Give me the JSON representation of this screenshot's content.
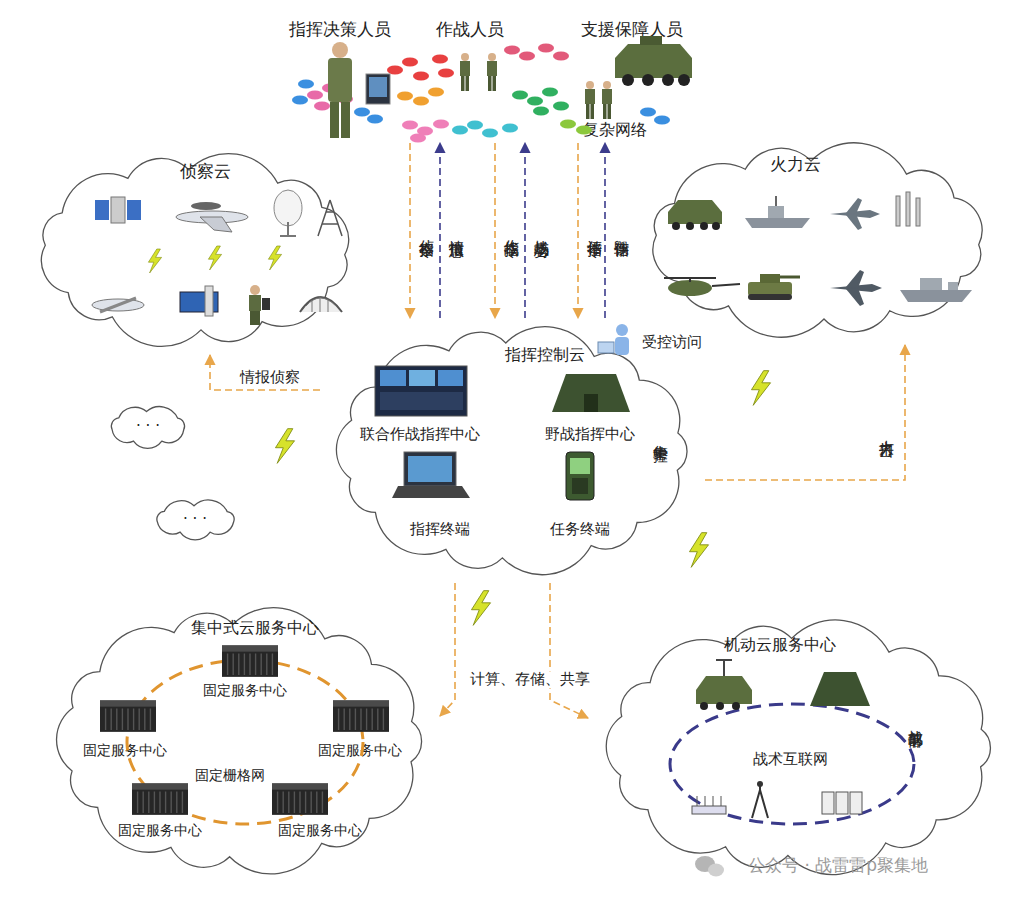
{
  "diagram": {
    "nodes": [
      {
        "text": [
          "指挥决策人员",
          "作战人员",
          "支援保障人员",
          "复杂网络"
        ]
      },
      {
        "text": [
          "侦察云"
        ]
      },
      {
        "text": [
          "火力云"
        ]
      },
      {
        "text": [
          "指挥控制云",
          "联合作战指挥中心",
          "野战指挥中心",
          "指挥终端",
          "任务终端",
          "集中管控"
        ]
      },
      {
        "text": [
          "· · ·"
        ]
      },
      {
        "text": [
          "· · ·"
        ]
      },
      {
        "text": [
          "集中式云服务中心",
          "固定服务中心",
          "固定服务中心",
          "固定服务中心",
          "固定栅格网",
          "固定服务中心",
          "固定服务中心"
        ]
      },
      {
        "text": [
          "机动云服务中心",
          "战术互联网",
          "战前部署"
        ]
      }
    ],
    "edges": [
      {
        "from": 0,
        "to": 3,
        "label": "侦察指令",
        "arrow": "to"
      },
      {
        "from": 3,
        "to": 0,
        "label": "情报信息",
        "arrow": "to"
      },
      {
        "from": 0,
        "to": 3,
        "label": "作战指令",
        "arrow": "to"
      },
      {
        "from": 3,
        "to": 0,
        "label": "战场态势",
        "arrow": "to"
      },
      {
        "from": 0,
        "to": 3,
        "label": "评估指令",
        "arrow": "to"
      },
      {
        "from": 3,
        "to": 0,
        "label": "毁伤评估",
        "arrow": "to"
      },
      {
        "from": 3,
        "to": 1,
        "label": "情报侦察",
        "arrow": "to"
      },
      {
        "from": 3,
        "to": 2,
        "label": "火力打击",
        "arrow": "to"
      },
      {
        "from": 3,
        "to": 6,
        "label": "计算、存储、共享",
        "arrow": "to"
      },
      {
        "from": 3,
        "to": 7,
        "arrow": "to"
      }
    ],
    "labels": [
      "受控访问",
      "公众号 · 战雷雷p聚集地"
    ]
  }
}
